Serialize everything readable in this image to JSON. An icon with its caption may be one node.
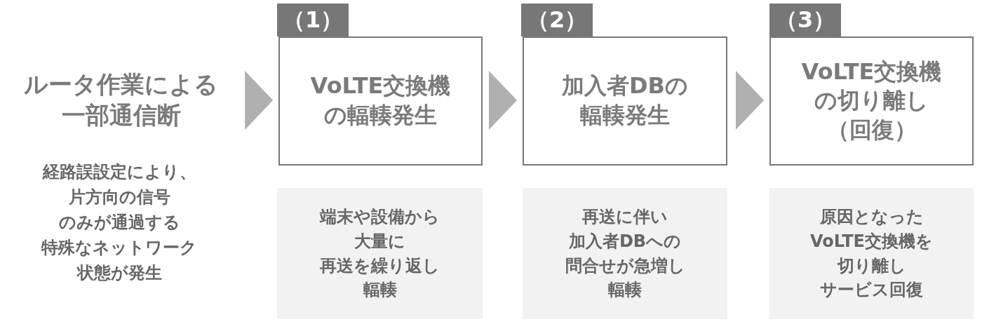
{
  "diagram": {
    "nodes": [
      {
        "text": [
          "ルータ作業による一部通信断"
        ],
        "beside": [
          "経路誤設定により、片方向の信号のみが通過する特殊なネットワーク状態が発生"
        ]
      },
      {
        "text": [
          "（1）"
        ]
      },
      {
        "text": [
          "VoLTE交換機の輻輳発生"
        ]
      },
      {
        "text": [
          "端末や設備から大量に再送を繰り返し輻輳"
        ]
      },
      {
        "text": [
          "（2）"
        ]
      },
      {
        "text": [
          "加入者DBの輻輳発生"
        ]
      },
      {
        "text": [
          "再送に伴い加入者DBへの問合せが急増し輻輳"
        ]
      },
      {
        "text": [
          "（3）"
        ]
      },
      {
        "text": [
          "VoLTE交換機の切り離し（回復）"
        ]
      },
      {
        "text": [
          "原因となったVoLTE交換機を切り離しサービス回復"
        ]
      }
    ],
    "edges": [
      {
        "from": 0,
        "to": 2,
        "arrow": "to"
      },
      {
        "from": 2,
        "to": 5,
        "arrow": "to"
      },
      {
        "from": 5,
        "to": 8,
        "arrow": "to"
      }
    ]
  }
}
